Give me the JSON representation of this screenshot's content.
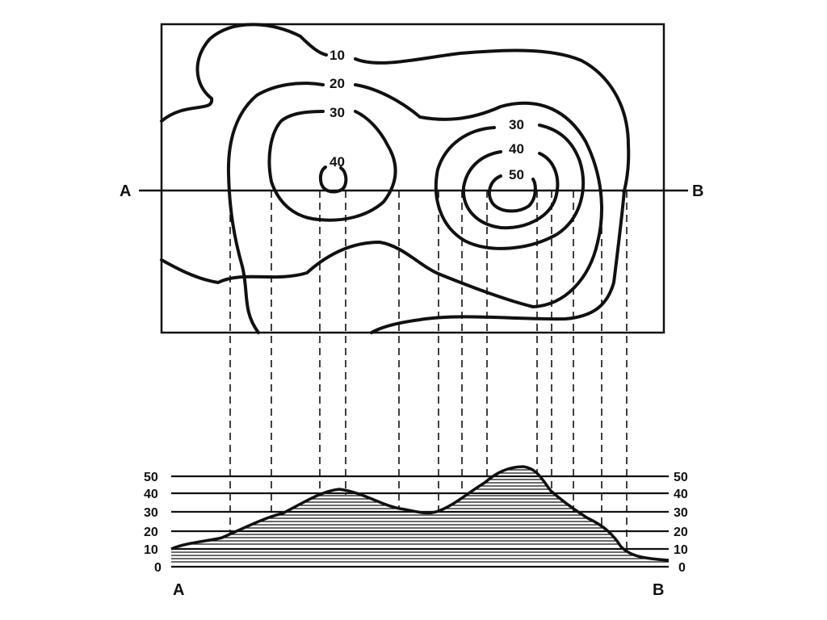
{
  "contour_map": {
    "contour_labels": [
      {
        "id": "10",
        "text": "10"
      },
      {
        "id": "20",
        "text": "20"
      },
      {
        "id": "30-left",
        "text": "30"
      },
      {
        "id": "40-left",
        "text": "40"
      },
      {
        "id": "30-right",
        "text": "30"
      },
      {
        "id": "40-right",
        "text": "40"
      },
      {
        "id": "50",
        "text": "50"
      }
    ],
    "section": {
      "start_label": "A",
      "end_label": "B"
    }
  },
  "profile": {
    "elevation_levels": [
      "50",
      "40",
      "30",
      "20",
      "10",
      "0"
    ],
    "endpoints": {
      "start": "A",
      "end": "B"
    }
  },
  "colors": {
    "ink": "#111111",
    "background": "#ffffff"
  }
}
